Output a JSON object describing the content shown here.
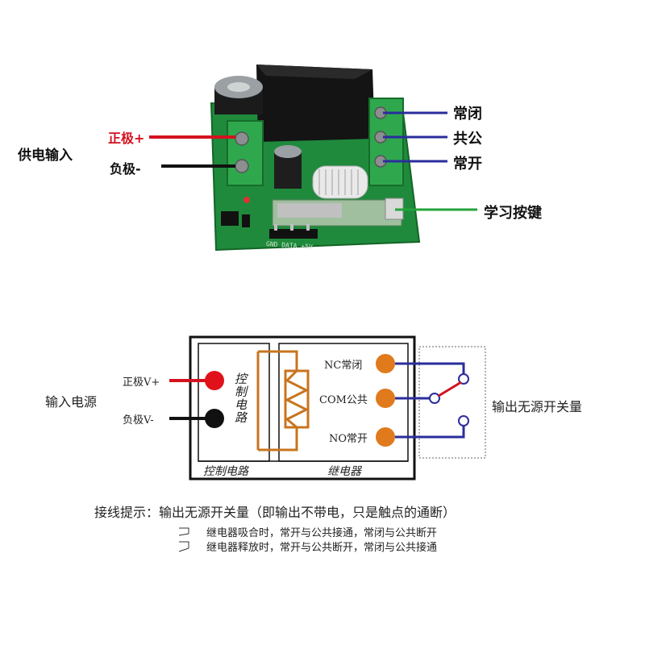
{
  "photo": {
    "power_input_label": "供电输入",
    "positive_label": "正极+",
    "negative_label": "负极-",
    "nc_label": "常闭",
    "com_label": "共公",
    "no_label": "常开",
    "learn_button_label": "学习按键",
    "pcb_silkscreen": "GND DATA +5V"
  },
  "schematic": {
    "input_power_label": "输入电源",
    "positive_label": "正极V+",
    "negative_label": "负极V-",
    "control_circuit_vertical": "控制电路",
    "control_circuit_label": "控制电路",
    "relay_label": "继电器",
    "nc_label": "NC常闭",
    "com_label": "COM公共",
    "no_label": "NO常开",
    "output_label": "输出无源开关量"
  },
  "notes": {
    "tip": "接线提示：输出无源开关量（即输出不带电，只是触点的通断）",
    "line1": "继电器吸合时，常开与公共接通，常闭与公共断开",
    "line2": "继电器释放时，常开与公共断开，常闭与公共接通"
  },
  "colors": {
    "positive_wire": "#d4121f",
    "negative_wire": "#111111",
    "contact_wire": "#2a2d9c",
    "learn_wire": "#22a33a",
    "terminal": "#e07a1c",
    "relay_coil": "#c8741e"
  }
}
